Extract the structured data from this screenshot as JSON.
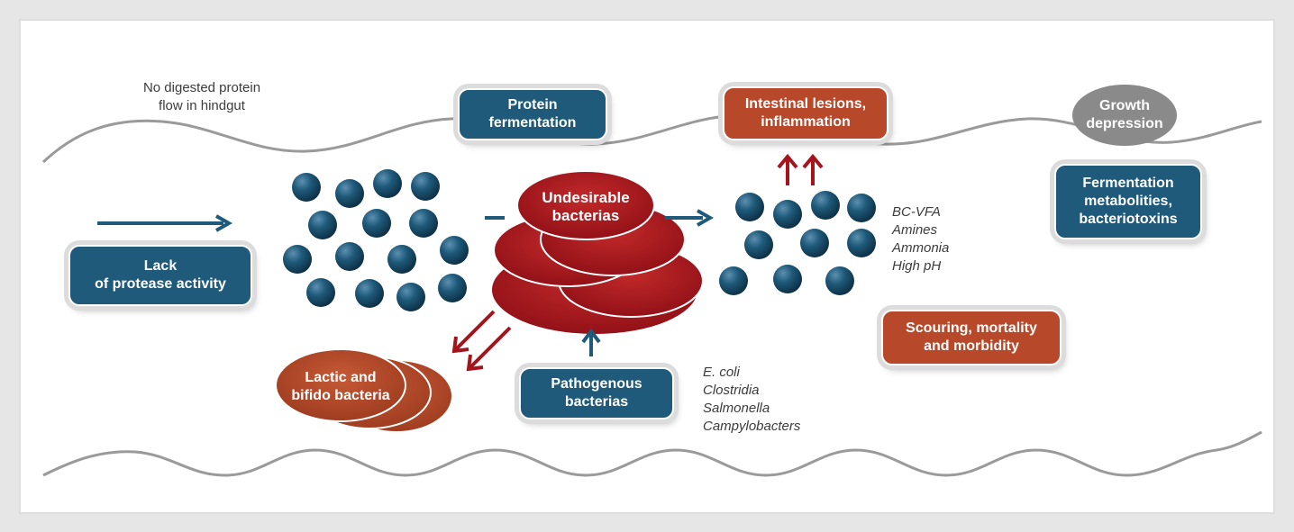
{
  "header_note": "No digested protein\nflow in hindgut",
  "boxes": {
    "protein_fermentation": "Protein\nfermentation",
    "intestinal_lesions": "Intestinal lesions,\ninflammation",
    "growth_depression": "Growth\ndepression",
    "fermentation_metabolities": "Fermentation\nmetabolities,\nbacteriotoxins",
    "lack_of_protease": "Lack\nof protease activity",
    "scouring": "Scouring, mortality\nand morbidity",
    "pathogenous": "Pathogenous\nbacterias",
    "undesirable": "Undesirable\nbacterias",
    "lactic": "Lactic and\nbifido bacteria"
  },
  "lists": {
    "metabolites": "BC-VFA\nAmines\nAmmonia\nHigh pH",
    "pathogens": "E. coli\nClostridia\nSalmonella\nCampylobacters"
  },
  "colors": {
    "blue_box": "#1f5a7a",
    "rust_box": "#b8482a",
    "red_bacteria": "#a5141c",
    "grey_oval": "#8a8a8a",
    "arrow_blue": "#1f5a7a",
    "arrow_red": "#a5141c"
  }
}
